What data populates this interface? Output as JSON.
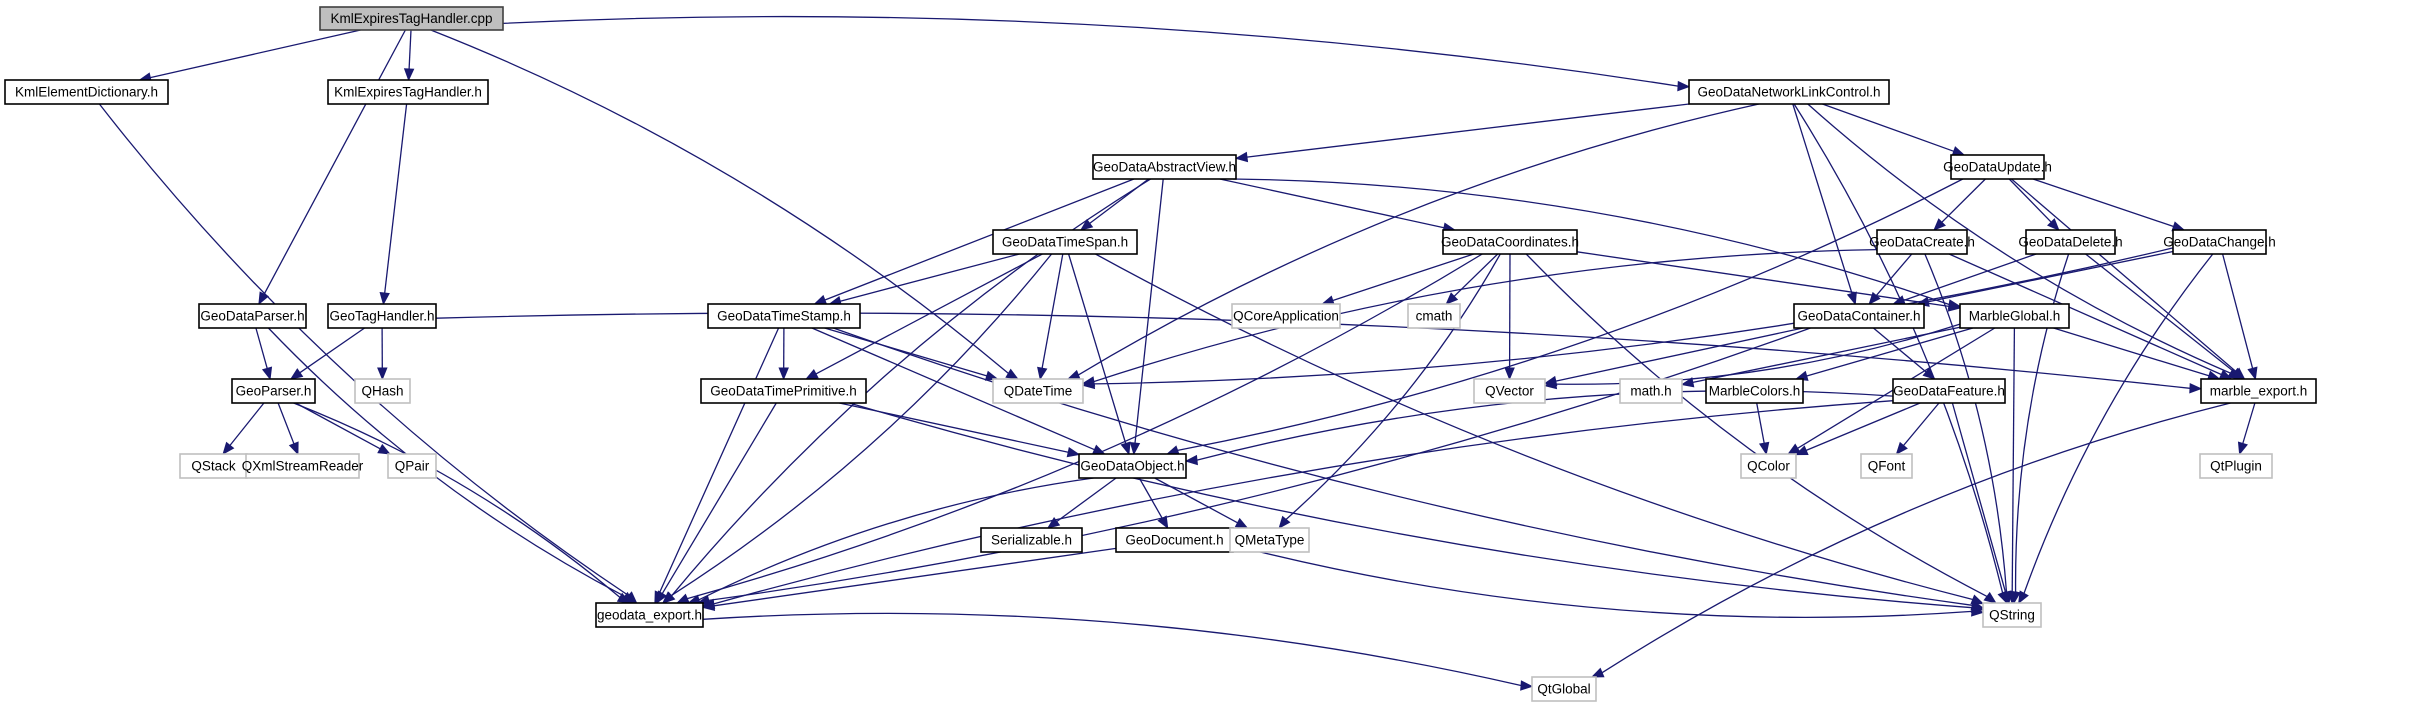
{
  "graph": {
    "type": "include-dependency-graph",
    "colors": {
      "edge": "#191970",
      "root_fill": "#bfbfbf",
      "root_border": "#404040",
      "documented_border": "#000000",
      "external_border": "#bfbfbf",
      "node_fill": "#ffffff"
    },
    "root": "KmlExpiresTagHandler.cpp",
    "nodes": [
      {
        "id": "root",
        "label": "KmlExpiresTagHandler.cpp",
        "kind": "root"
      },
      {
        "id": "kmlElementDictionary",
        "label": "KmlElementDictionary.h",
        "kind": "documented"
      },
      {
        "id": "kmlExpiresTagHandlerH",
        "label": "KmlExpiresTagHandler.h",
        "kind": "documented"
      },
      {
        "id": "geoDataNetworkLinkControl",
        "label": "GeoDataNetworkLinkControl.h",
        "kind": "documented"
      },
      {
        "id": "geoDataAbstractView",
        "label": "GeoDataAbstractView.h",
        "kind": "documented"
      },
      {
        "id": "geoDataUpdate",
        "label": "GeoDataUpdate.h",
        "kind": "documented"
      },
      {
        "id": "geoDataTimeSpan",
        "label": "GeoDataTimeSpan.h",
        "kind": "documented"
      },
      {
        "id": "geoDataCoordinates",
        "label": "GeoDataCoordinates.h",
        "kind": "documented"
      },
      {
        "id": "geoDataCreate",
        "label": "GeoDataCreate.h",
        "kind": "documented"
      },
      {
        "id": "geoDataDelete",
        "label": "GeoDataDelete.h",
        "kind": "documented"
      },
      {
        "id": "geoDataChange",
        "label": "GeoDataChange.h",
        "kind": "documented"
      },
      {
        "id": "geoDataParser",
        "label": "GeoDataParser.h",
        "kind": "documented"
      },
      {
        "id": "geoTagHandler",
        "label": "GeoTagHandler.h",
        "kind": "documented"
      },
      {
        "id": "geoDataTimeStamp",
        "label": "GeoDataTimeStamp.h",
        "kind": "documented"
      },
      {
        "id": "qCoreApplication",
        "label": "QCoreApplication",
        "kind": "external"
      },
      {
        "id": "cmath",
        "label": "cmath",
        "kind": "external"
      },
      {
        "id": "geoDataContainer",
        "label": "GeoDataContainer.h",
        "kind": "documented"
      },
      {
        "id": "marbleGlobal",
        "label": "MarbleGlobal.h",
        "kind": "documented"
      },
      {
        "id": "geoParser",
        "label": "GeoParser.h",
        "kind": "documented"
      },
      {
        "id": "qHash",
        "label": "QHash",
        "kind": "external"
      },
      {
        "id": "geoDataTimePrimitive",
        "label": "GeoDataTimePrimitive.h",
        "kind": "documented"
      },
      {
        "id": "qDateTime",
        "label": "QDateTime",
        "kind": "external"
      },
      {
        "id": "qVector",
        "label": "QVector",
        "kind": "external"
      },
      {
        "id": "mathH",
        "label": "math.h",
        "kind": "external"
      },
      {
        "id": "marbleColors",
        "label": "MarbleColors.h",
        "kind": "documented"
      },
      {
        "id": "geoDataFeature",
        "label": "GeoDataFeature.h",
        "kind": "documented"
      },
      {
        "id": "marbleExport",
        "label": "marble_export.h",
        "kind": "documented"
      },
      {
        "id": "qStack",
        "label": "QStack",
        "kind": "external"
      },
      {
        "id": "qXmlStreamReader",
        "label": "QXmlStreamReader",
        "kind": "external"
      },
      {
        "id": "qPair",
        "label": "QPair",
        "kind": "external"
      },
      {
        "id": "geoDataObject",
        "label": "GeoDataObject.h",
        "kind": "documented"
      },
      {
        "id": "qColor",
        "label": "QColor",
        "kind": "external"
      },
      {
        "id": "qFont",
        "label": "QFont",
        "kind": "external"
      },
      {
        "id": "qtPlugin",
        "label": "QtPlugin",
        "kind": "external"
      },
      {
        "id": "serializable",
        "label": "Serializable.h",
        "kind": "documented"
      },
      {
        "id": "geoDocument",
        "label": "GeoDocument.h",
        "kind": "documented"
      },
      {
        "id": "qMetaType",
        "label": "QMetaType",
        "kind": "external"
      },
      {
        "id": "geodataExport",
        "label": "geodata_export.h",
        "kind": "documented"
      },
      {
        "id": "qString",
        "label": "QString",
        "kind": "external"
      },
      {
        "id": "qtGlobal",
        "label": "QtGlobal",
        "kind": "external"
      }
    ],
    "edges": [
      [
        "root",
        "kmlElementDictionary"
      ],
      [
        "root",
        "kmlExpiresTagHandlerH"
      ],
      [
        "root",
        "geoDataNetworkLinkControl"
      ],
      [
        "root",
        "geoDataParser"
      ],
      [
        "root",
        "qDateTime"
      ],
      [
        "kmlElementDictionary",
        "geodataExport"
      ],
      [
        "kmlExpiresTagHandlerH",
        "geoTagHandler"
      ],
      [
        "geoDataNetworkLinkControl",
        "geoDataAbstractView"
      ],
      [
        "geoDataNetworkLinkControl",
        "geoDataUpdate"
      ],
      [
        "geoDataNetworkLinkControl",
        "qDateTime"
      ],
      [
        "geoDataNetworkLinkControl",
        "geoDataContainer"
      ],
      [
        "geoDataNetworkLinkControl",
        "marbleExport"
      ],
      [
        "geoDataNetworkLinkControl",
        "qString"
      ],
      [
        "geoDataAbstractView",
        "geoDataTimeSpan"
      ],
      [
        "geoDataAbstractView",
        "geoDataCoordinates"
      ],
      [
        "geoDataAbstractView",
        "geoDataTimeStamp"
      ],
      [
        "geoDataAbstractView",
        "geoDataObject"
      ],
      [
        "geoDataAbstractView",
        "geodataExport"
      ],
      [
        "geoDataAbstractView",
        "marbleGlobal"
      ],
      [
        "geoDataUpdate",
        "geoDataCreate"
      ],
      [
        "geoDataUpdate",
        "geoDataDelete"
      ],
      [
        "geoDataUpdate",
        "geoDataChange"
      ],
      [
        "geoDataUpdate",
        "geoDataObject"
      ],
      [
        "geoDataUpdate",
        "marbleExport"
      ],
      [
        "geoDataTimeSpan",
        "geoDataTimeStamp"
      ],
      [
        "geoDataTimeSpan",
        "geoDataTimePrimitive"
      ],
      [
        "geoDataTimeSpan",
        "qDateTime"
      ],
      [
        "geoDataTimeSpan",
        "geoDataObject"
      ],
      [
        "geoDataTimeSpan",
        "geodataExport"
      ],
      [
        "geoDataTimeSpan",
        "qString"
      ],
      [
        "geoDataCoordinates",
        "qCoreApplication"
      ],
      [
        "geoDataCoordinates",
        "cmath"
      ],
      [
        "geoDataCoordinates",
        "qVector"
      ],
      [
        "geoDataCoordinates",
        "marbleGlobal"
      ],
      [
        "geoDataCoordinates",
        "qMetaType"
      ],
      [
        "geoDataCoordinates",
        "qString"
      ],
      [
        "geoDataCoordinates",
        "geodataExport"
      ],
      [
        "geoDataCreate",
        "geoDataContainer"
      ],
      [
        "geoDataCreate",
        "marbleExport"
      ],
      [
        "geoDataCreate",
        "qDateTime"
      ],
      [
        "geoDataCreate",
        "qString"
      ],
      [
        "geoDataDelete",
        "geoDataContainer"
      ],
      [
        "geoDataDelete",
        "marbleExport"
      ],
      [
        "geoDataDelete",
        "qString"
      ],
      [
        "geoDataChange",
        "geoDataContainer"
      ],
      [
        "geoDataChange",
        "marbleExport"
      ],
      [
        "geoDataChange",
        "qDateTime"
      ],
      [
        "geoDataChange",
        "qString"
      ],
      [
        "geoDataParser",
        "geoParser"
      ],
      [
        "geoDataParser",
        "geodataExport"
      ],
      [
        "geoTagHandler",
        "geoParser"
      ],
      [
        "geoTagHandler",
        "qHash"
      ],
      [
        "geoTagHandler",
        "marbleExport"
      ],
      [
        "geoDataTimeStamp",
        "geoDataTimePrimitive"
      ],
      [
        "geoDataTimeStamp",
        "qDateTime"
      ],
      [
        "geoDataTimeStamp",
        "geoDataObject"
      ],
      [
        "geoDataTimeStamp",
        "geodataExport"
      ],
      [
        "geoDataTimeStamp",
        "qString"
      ],
      [
        "geoDataContainer",
        "geoDataFeature"
      ],
      [
        "geoDataContainer",
        "qVector"
      ],
      [
        "geoDataContainer",
        "geodataExport"
      ],
      [
        "marbleGlobal",
        "marbleColors"
      ],
      [
        "marbleGlobal",
        "mathH"
      ],
      [
        "marbleGlobal",
        "qColor"
      ],
      [
        "marbleGlobal",
        "marbleExport"
      ],
      [
        "marbleGlobal",
        "qString"
      ],
      [
        "marbleGlobal",
        "qVector"
      ],
      [
        "geoParser",
        "qStack"
      ],
      [
        "geoParser",
        "qXmlStreamReader"
      ],
      [
        "geoParser",
        "qPair"
      ],
      [
        "geoParser",
        "geodataExport"
      ],
      [
        "geoDataTimePrimitive",
        "geoDataObject"
      ],
      [
        "geoDataTimePrimitive",
        "geodataExport"
      ],
      [
        "geoDataTimePrimitive",
        "qString"
      ],
      [
        "marbleColors",
        "qColor"
      ],
      [
        "geoDataFeature",
        "geoDataObject"
      ],
      [
        "geoDataFeature",
        "qColor"
      ],
      [
        "geoDataFeature",
        "qFont"
      ],
      [
        "geoDataFeature",
        "qString"
      ],
      [
        "geoDataFeature",
        "geodataExport"
      ],
      [
        "marbleExport",
        "qtPlugin"
      ],
      [
        "marbleExport",
        "qtGlobal"
      ],
      [
        "geoDataObject",
        "serializable"
      ],
      [
        "geoDataObject",
        "geoDocument"
      ],
      [
        "geoDataObject",
        "qMetaType"
      ],
      [
        "geoDataObject",
        "geodataExport"
      ],
      [
        "geoDocument",
        "geodataExport"
      ],
      [
        "geoDocument",
        "qString"
      ],
      [
        "geodataExport",
        "qtGlobal"
      ]
    ]
  }
}
